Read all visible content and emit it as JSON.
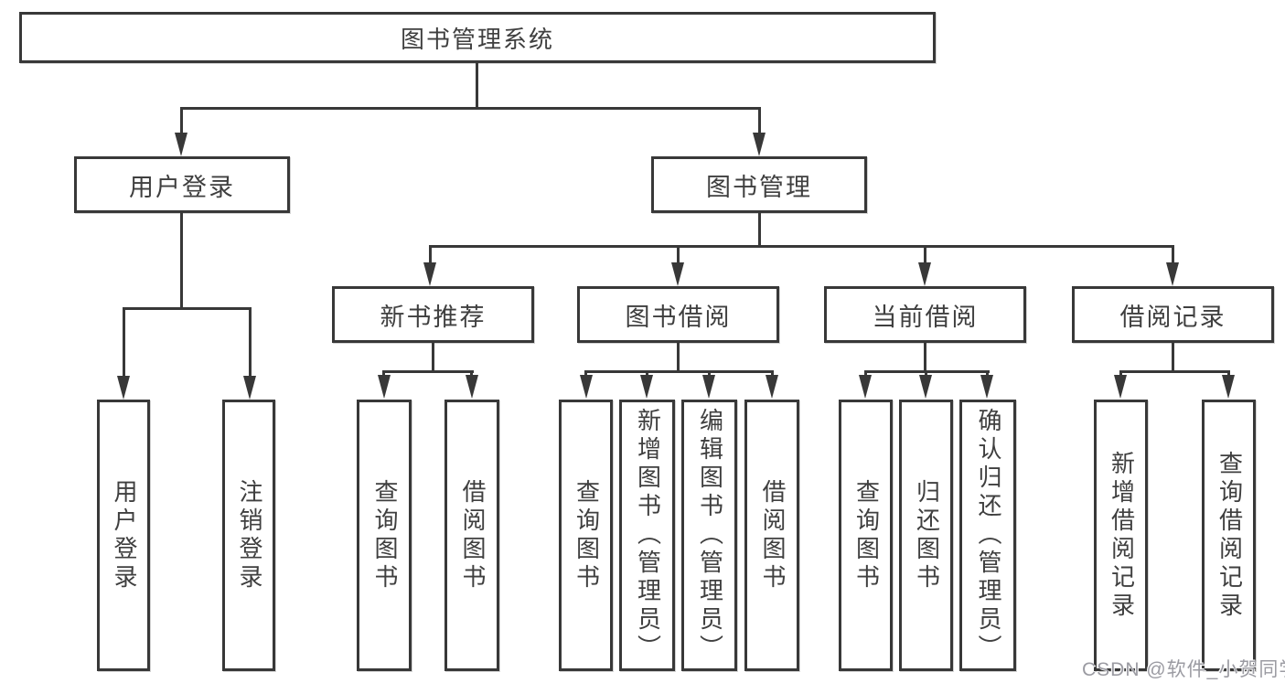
{
  "diagram_title": "图书管理系统",
  "nodes": {
    "root": {
      "label": "图书管理系统"
    },
    "level2": [
      {
        "label": "用户登录"
      },
      {
        "label": "图书管理"
      }
    ],
    "level3": [
      {
        "label": "新书推荐",
        "parent": "图书管理"
      },
      {
        "label": "图书借阅",
        "parent": "图书管理"
      },
      {
        "label": "当前借阅",
        "parent": "图书管理"
      },
      {
        "label": "借阅记录",
        "parent": "图书管理"
      }
    ],
    "leaves": [
      {
        "label": "用户登录",
        "parent": "用户登录"
      },
      {
        "label": "注销登录",
        "parent": "用户登录"
      },
      {
        "label": "查询图书",
        "parent": "新书推荐"
      },
      {
        "label": "借阅图书",
        "parent": "新书推荐"
      },
      {
        "label": "查询图书",
        "parent": "图书借阅"
      },
      {
        "label": "新增图书（管理员）",
        "parent": "图书借阅"
      },
      {
        "label": "编辑图书（管理员）",
        "parent": "图书借阅"
      },
      {
        "label": "借阅图书",
        "parent": "图书借阅"
      },
      {
        "label": "查询图书",
        "parent": "当前借阅"
      },
      {
        "label": "归还图书",
        "parent": "当前借阅"
      },
      {
        "label": "确认归还（管理员）",
        "parent": "当前借阅"
      },
      {
        "label": "新增借阅记录",
        "parent": "借阅记录"
      },
      {
        "label": "查询借阅记录",
        "parent": "借阅记录"
      }
    ]
  },
  "watermark": {
    "text": "CSDN @软件_小贺同学"
  },
  "colors": {
    "line": "#383838",
    "border": "#383838",
    "text": "#3f3f3f",
    "background": "#ffffff",
    "watermark": "#9b9ba2"
  }
}
